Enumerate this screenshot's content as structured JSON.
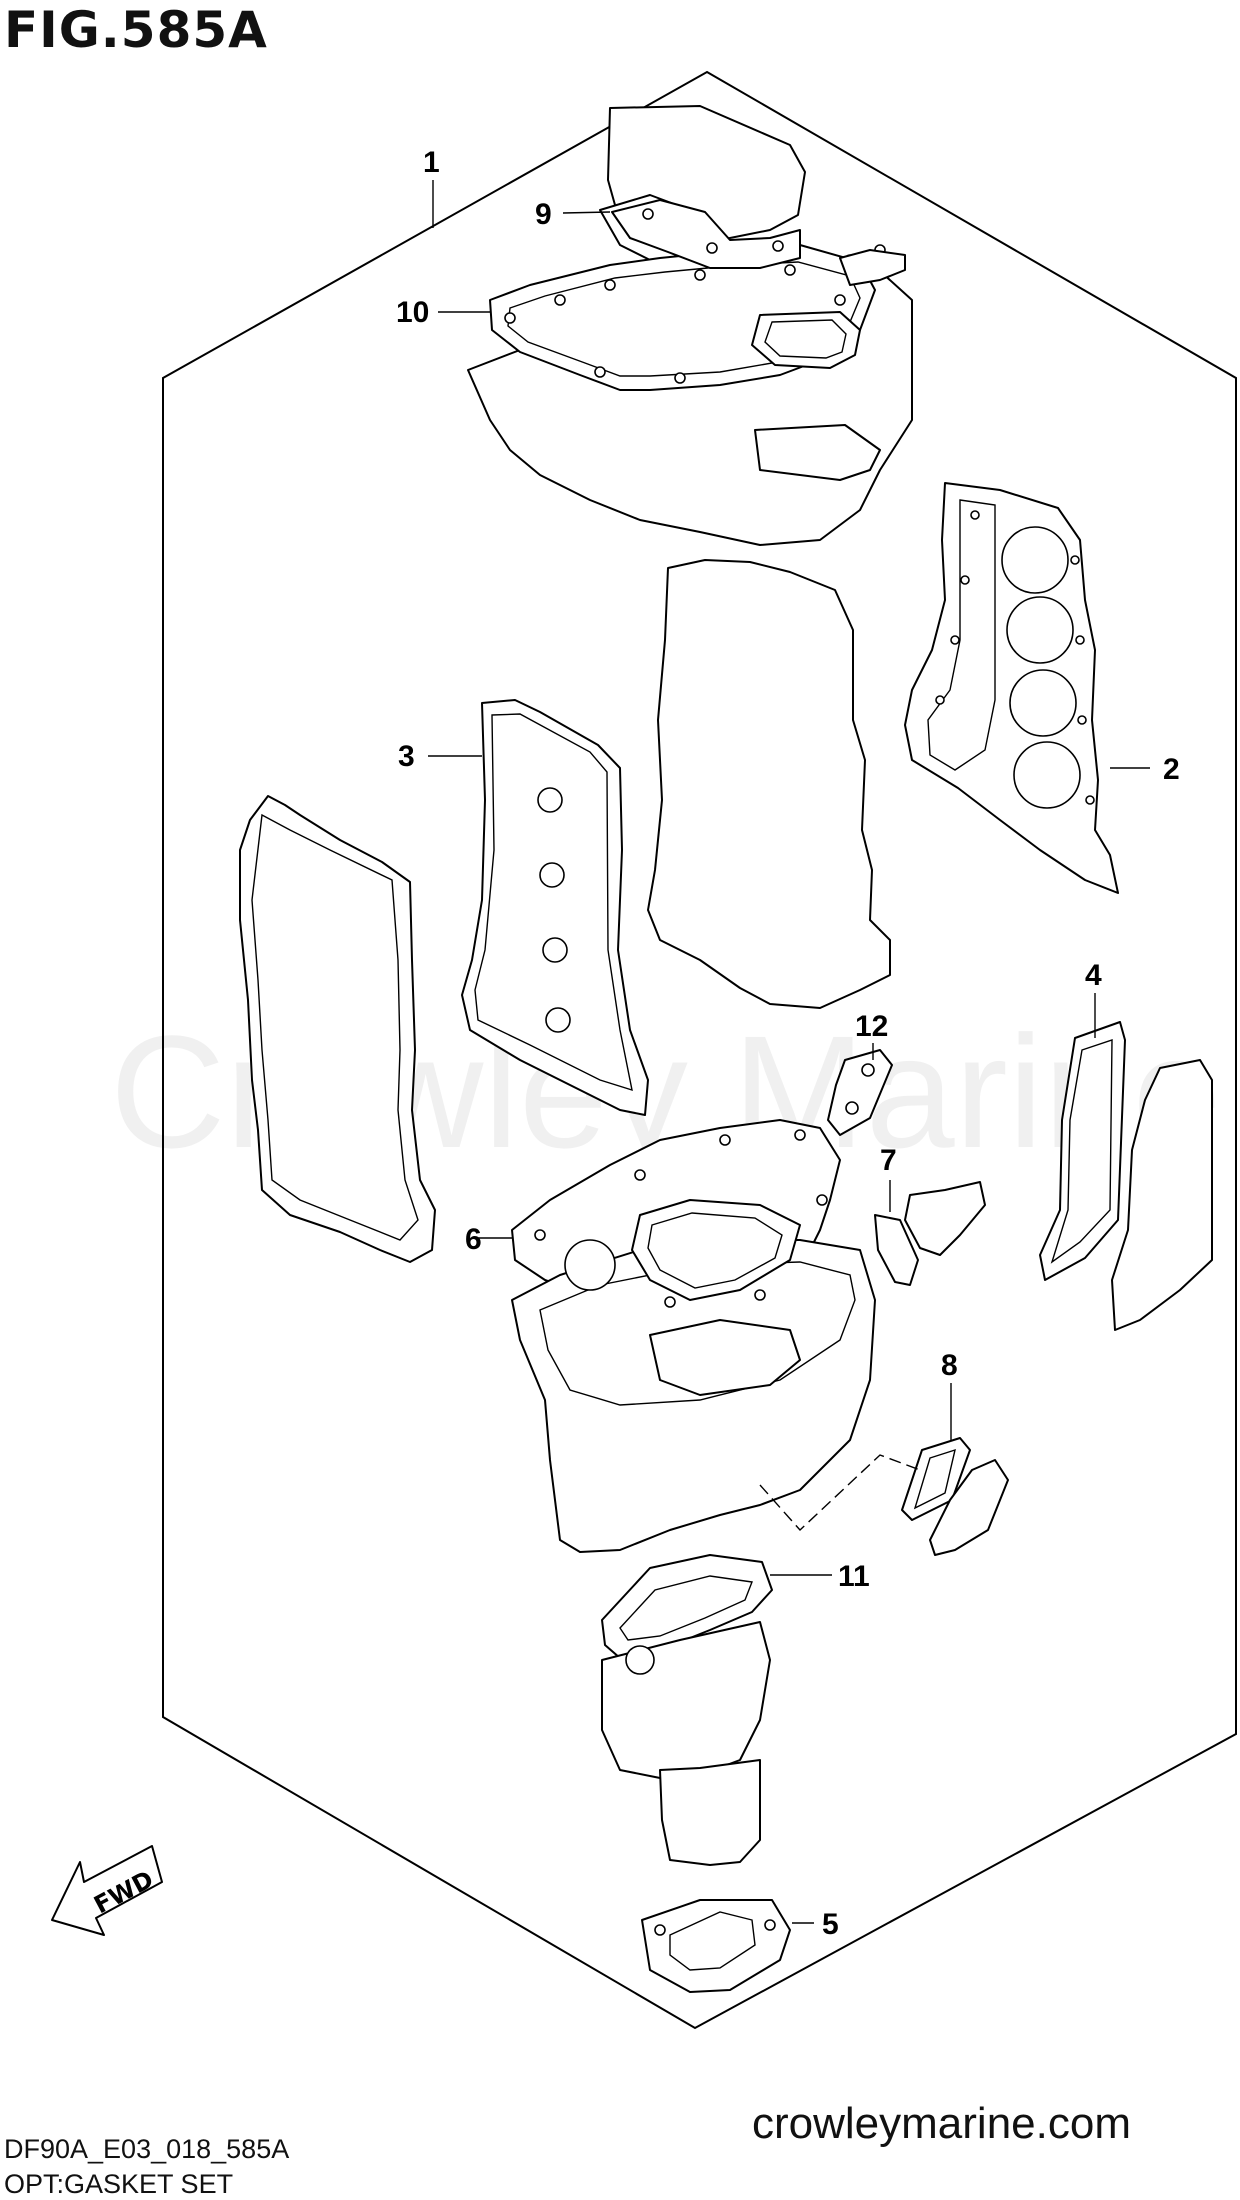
{
  "figure": {
    "title": "FIG.585A",
    "watermark": "Crowley Marine"
  },
  "callouts": {
    "c1": "1",
    "c2": "2",
    "c3": "3",
    "c4": "4",
    "c5": "5",
    "c6": "6",
    "c7": "7",
    "c8": "8",
    "c9": "9",
    "c10": "10",
    "c11": "11",
    "c12": "12"
  },
  "fwd_arrow": {
    "label": "FWD"
  },
  "footer": {
    "code": "DF90A_E03_018_585A",
    "name": "OPT:GASKET SET",
    "site": "crowleymarine.com"
  }
}
